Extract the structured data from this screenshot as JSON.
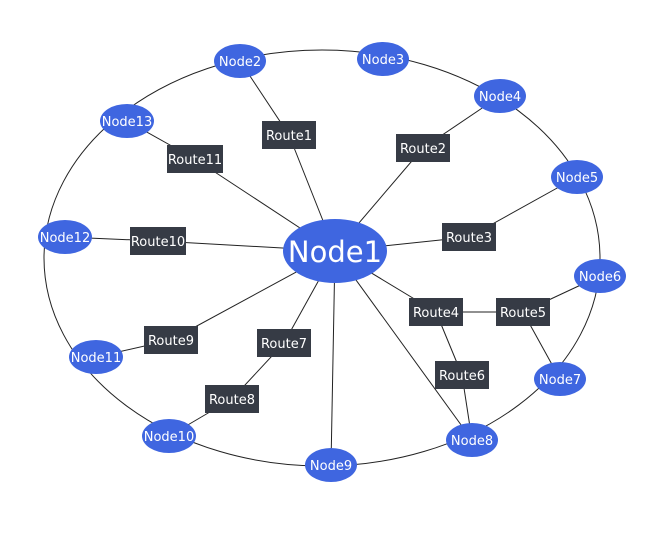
{
  "colors": {
    "node_fill": "#3f66e0",
    "route_fill": "#363b45",
    "text": "#ffffff",
    "edge": "#222222"
  },
  "center": {
    "label": "Node1"
  },
  "nodes": [
    {
      "id": "n2",
      "label": "Node2"
    },
    {
      "id": "n3",
      "label": "Node3"
    },
    {
      "id": "n4",
      "label": "Node4"
    },
    {
      "id": "n5",
      "label": "Node5"
    },
    {
      "id": "n6",
      "label": "Node6"
    },
    {
      "id": "n7",
      "label": "Node7"
    },
    {
      "id": "n8",
      "label": "Node8"
    },
    {
      "id": "n9",
      "label": "Node9"
    },
    {
      "id": "n10",
      "label": "Node10"
    },
    {
      "id": "n11",
      "label": "Node11"
    },
    {
      "id": "n12",
      "label": "Node12"
    },
    {
      "id": "n13",
      "label": "Node13"
    }
  ],
  "routes": [
    {
      "id": "r1",
      "label": "Route1"
    },
    {
      "id": "r2",
      "label": "Route2"
    },
    {
      "id": "r3",
      "label": "Route3"
    },
    {
      "id": "r4",
      "label": "Route4"
    },
    {
      "id": "r5",
      "label": "Route5"
    },
    {
      "id": "r6",
      "label": "Route6"
    },
    {
      "id": "r7",
      "label": "Route7"
    },
    {
      "id": "r8",
      "label": "Route8"
    },
    {
      "id": "r9",
      "label": "Route9"
    },
    {
      "id": "r10",
      "label": "Route10"
    },
    {
      "id": "r11",
      "label": "Route11"
    }
  ]
}
